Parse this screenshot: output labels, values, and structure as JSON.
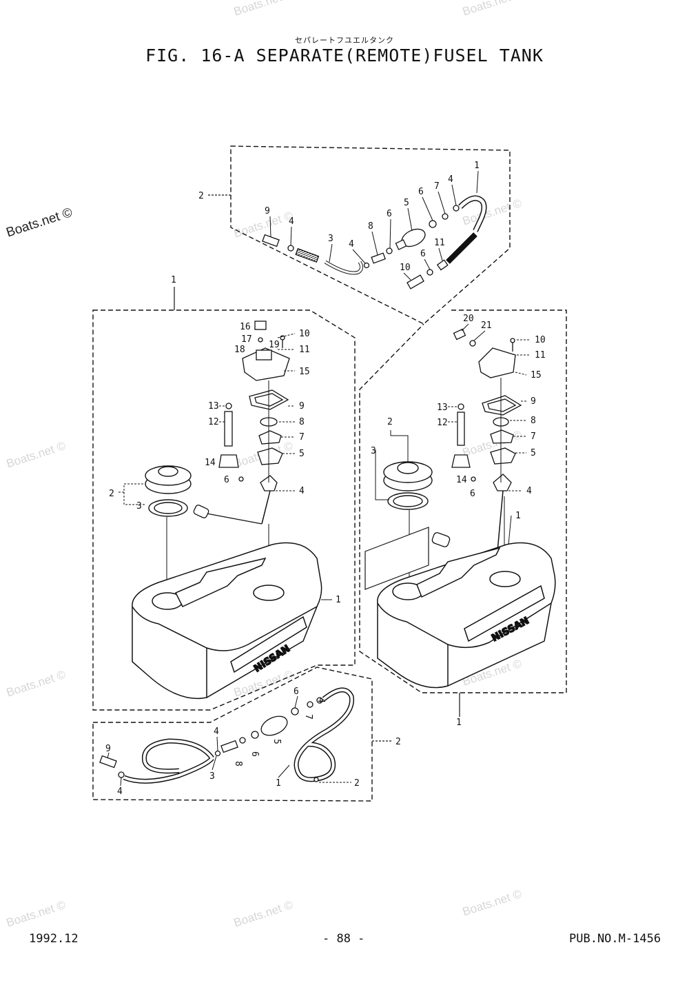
{
  "header": {
    "kana": "セパレートフユエルタンク",
    "title": "FIG. 16-A SEPARATE(REMOTE)FUSEL TANK"
  },
  "footer": {
    "date": "1992.12",
    "page": "- 88 -",
    "pub_no": "PUB.NO.M-1456"
  },
  "watermark": {
    "text": "Boats.net ©"
  },
  "callouts": [
    "1",
    "2",
    "3",
    "4",
    "5",
    "6",
    "7",
    "8",
    "9",
    "10",
    "11",
    "12",
    "13",
    "14",
    "15",
    "16",
    "17",
    "18",
    "19",
    "20",
    "21"
  ],
  "brand": "NISSAN"
}
